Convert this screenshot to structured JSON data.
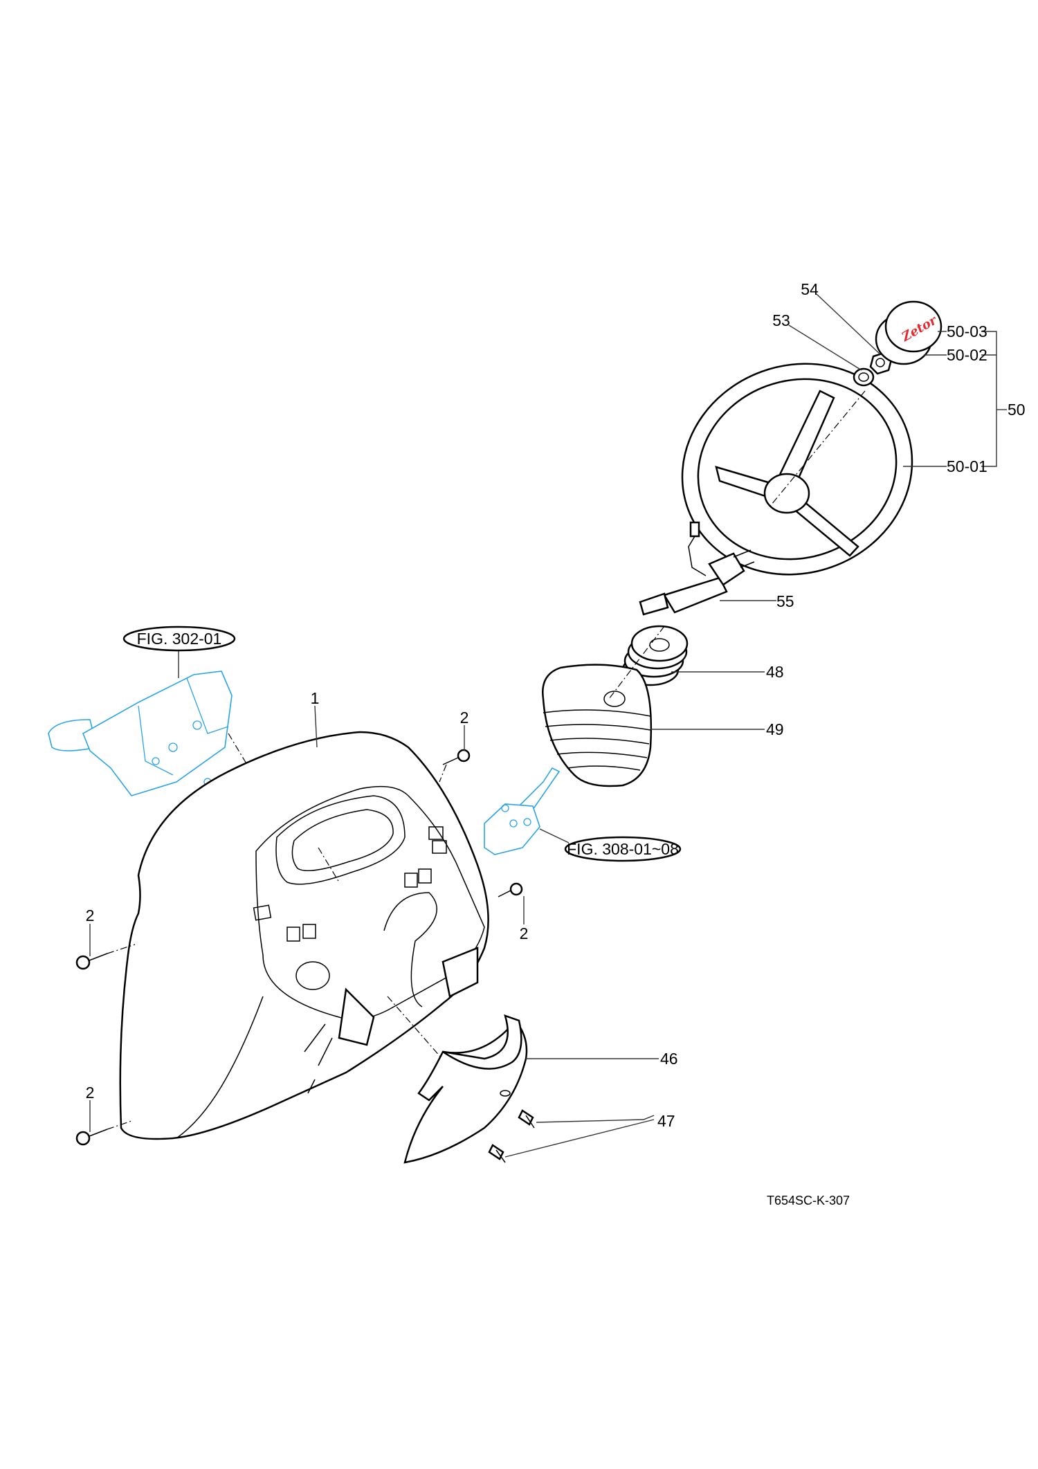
{
  "diagram": {
    "drawing_code": "T654SC-K-307",
    "references": [
      {
        "id": "fig-302",
        "label": "FIG. 302-01"
      },
      {
        "id": "fig-308",
        "label": "FIG. 308-01~08"
      }
    ],
    "callouts": {
      "p1": "1",
      "p2a": "2",
      "p2b": "2",
      "p2c": "2",
      "p2d": "2",
      "p46": "46",
      "p47": "47",
      "p48": "48",
      "p49": "49",
      "p50": "50",
      "p50_01": "50-01",
      "p50_02": "50-02",
      "p50_03": "50-03",
      "p53": "53",
      "p54": "54",
      "p55": "55"
    },
    "logo_text": "Zetor",
    "colors": {
      "line": "#000000",
      "reference_parts": "#29a3e8",
      "logo": "#e8262b"
    }
  }
}
